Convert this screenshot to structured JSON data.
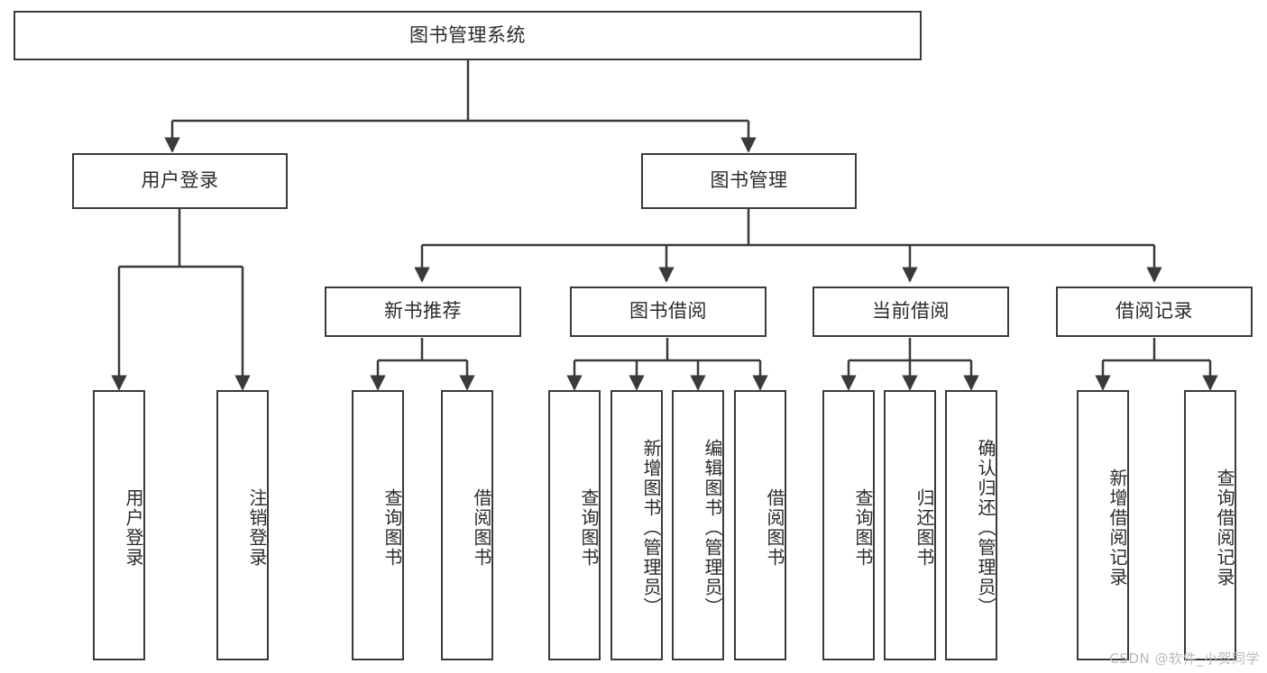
{
  "diagram": {
    "title": "图书管理系统",
    "watermark": "CSDN @软件_小贺同学",
    "accent_color": "#3a3a3a",
    "text_color": "#2b2b2b",
    "background_color": "#ffffff",
    "nodes": {
      "root": "图书管理系统",
      "level1": [
        "用户登录",
        "图书管理"
      ],
      "level2": [
        "新书推荐",
        "图书借阅",
        "当前借阅",
        "借阅记录"
      ],
      "leaves": {
        "user_login": [
          "用户登录",
          "注销登录"
        ],
        "new_book_recommend": [
          "查询图书",
          "借阅图书"
        ],
        "book_borrow": [
          "查询图书",
          "新增图书（管理员）",
          "编辑图书（管理员）",
          "借阅图书"
        ],
        "current_borrow": [
          "查询图书",
          "归还图书",
          "确认归还（管理员）"
        ],
        "borrow_record": [
          "新增借阅记录",
          "查询借阅记录"
        ]
      }
    }
  }
}
